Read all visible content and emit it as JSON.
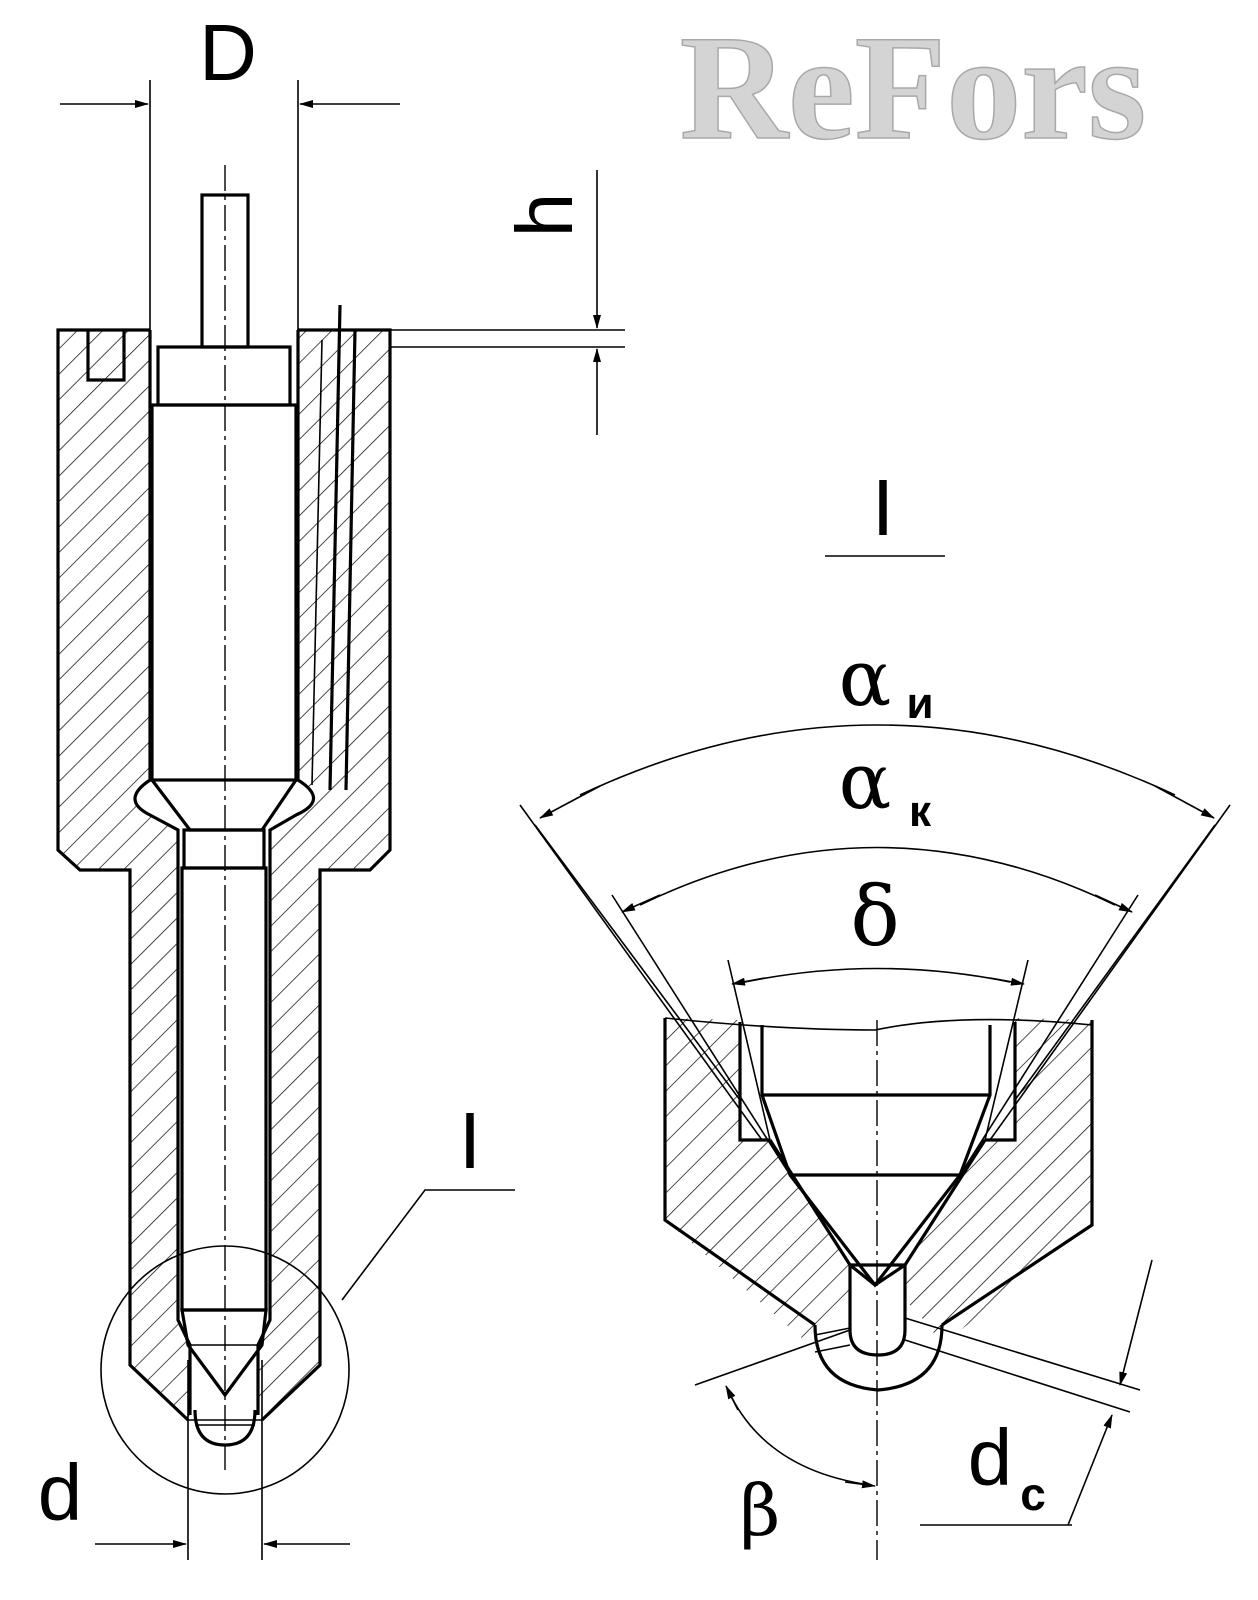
{
  "logo": {
    "text": "ReFors"
  },
  "labels": {
    "D": "D",
    "h": "h",
    "d": "d",
    "detail_left": "I",
    "detail_right": "I",
    "alpha": "α",
    "alpha_i_sub": "и",
    "alpha_k_sub": "к",
    "delta": "δ",
    "beta": "β",
    "dc_main": "d",
    "dc_sub": "c"
  },
  "colors": {
    "line": "#000000",
    "logo_fill": "#d4d4d4",
    "logo_stroke": "#a8a8a8"
  }
}
